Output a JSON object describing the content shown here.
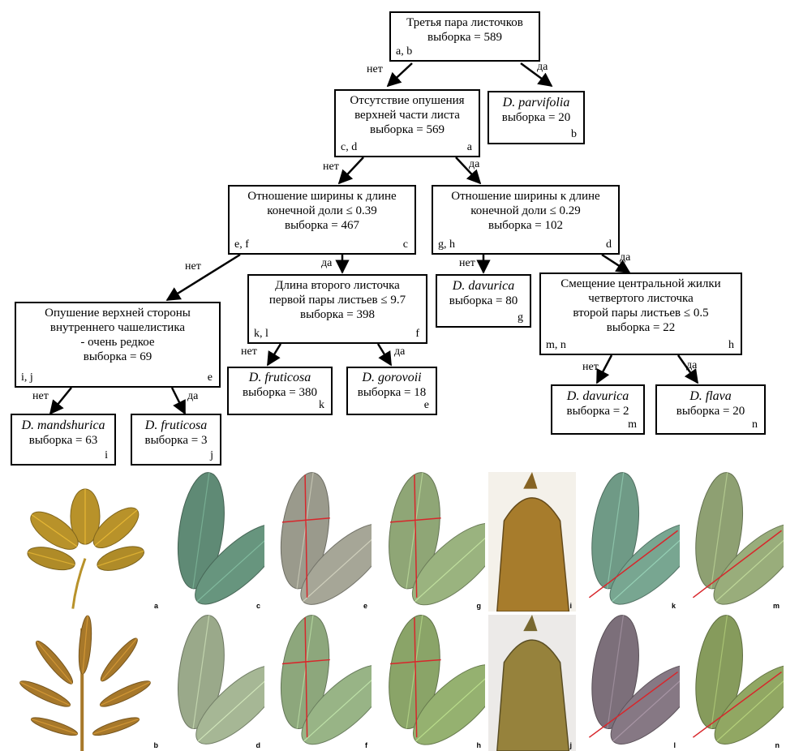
{
  "nodes": {
    "root": {
      "lines": [
        "Третья пара листочков",
        "выборка = 589"
      ],
      "left_label": "a, b"
    },
    "pubescence": {
      "lines": [
        "Отсутствие опушения",
        "верхней части листа",
        "выборка = 569"
      ],
      "left_label": "c, d",
      "right_label": "a"
    },
    "parvifolia": {
      "species": "D. parvifolia",
      "sample": "выборка = 20",
      "right_label": "b"
    },
    "ratio_039": {
      "lines": [
        "Отношение ширины к длине",
        "конечной доли ≤ 0.39",
        "выборка = 467"
      ],
      "left_label": "e, f",
      "right_label": "c"
    },
    "ratio_029": {
      "lines": [
        "Отношение ширины к длине",
        "конечной доли ≤ 0.29",
        "выборка = 102"
      ],
      "left_label": "g, h",
      "right_label": "d"
    },
    "sepal": {
      "lines": [
        "Опушение верхней стороны",
        "внутреннего  чашелистика",
        "- очень редкое",
        "выборка = 69"
      ],
      "left_label": "i, j",
      "right_label": "e"
    },
    "length_97": {
      "lines": [
        "Длина второго листочка",
        "первой пары листьев ≤ 9.7",
        "выборка = 398"
      ],
      "left_label": "k, l",
      "right_label": "f"
    },
    "davurica_80": {
      "species": "D. davurica",
      "sample": "выборка = 80",
      "right_label": "g"
    },
    "shift_05": {
      "lines": [
        "Смещение центральной жилки",
        "четвертого листочка",
        "второй пары листьев ≤ 0.5",
        "выборка = 22"
      ],
      "left_label": "m, n",
      "right_label": "h"
    },
    "mandshurica": {
      "species": "D. mandshurica",
      "sample": "выборка = 63",
      "right_label": "i"
    },
    "fruticosa_3": {
      "species": "D. fruticosa",
      "sample": "выборка = 3",
      "right_label": "j"
    },
    "fruticosa_380": {
      "species": "D. fruticosa",
      "sample": "выборка = 380",
      "right_label": "k"
    },
    "gorovoii": {
      "species": "D. gorovoii",
      "sample": "выборка = 18",
      "right_label": "e"
    },
    "davurica_2": {
      "species": "D. davurica",
      "sample": "выборка = 2",
      "right_label": "m"
    },
    "flava": {
      "species": "D. flava",
      "sample": "выборка = 20",
      "right_label": "n"
    }
  },
  "edge_labels": {
    "no": "нет",
    "yes": "да"
  },
  "photos": [
    {
      "label": "a",
      "subject": "yellow-dried-palmate-leaf",
      "bg": "#ffffff",
      "color": "#b8922a"
    },
    {
      "label": "c",
      "subject": "green-leaflets",
      "bg": "#ffffff",
      "color": "#5f8a75"
    },
    {
      "label": "e",
      "subject": "hairy-leaflets-with-red-lines",
      "bg": "#ffffff",
      "color": "#9a9a8c"
    },
    {
      "label": "g",
      "subject": "green-leaflets-with-red-lines",
      "bg": "#ffffff",
      "color": "#8fa676"
    },
    {
      "label": "i",
      "subject": "sepal",
      "bg": "#f4f1ea",
      "color": "#a77c2c"
    },
    {
      "label": "k",
      "subject": "green-leaflets-with-red-line",
      "bg": "#ffffff",
      "color": "#6f9a86"
    },
    {
      "label": "m",
      "subject": "green-leaflets-with-red-line",
      "bg": "#ffffff",
      "color": "#8ea072"
    },
    {
      "label": "b",
      "subject": "yellow-dried-narrow-leaf",
      "bg": "#ffffff",
      "color": "#a7782a"
    },
    {
      "label": "d",
      "subject": "green-leaflets",
      "bg": "#ffffff",
      "color": "#9aa98a"
    },
    {
      "label": "f",
      "subject": "green-leaflets-with-red-lines",
      "bg": "#ffffff",
      "color": "#8da77c"
    },
    {
      "label": "h",
      "subject": "green-leaflets-with-red-lines",
      "bg": "#ffffff",
      "color": "#8aa468"
    },
    {
      "label": "j",
      "subject": "sepal",
      "bg": "#eceae8",
      "color": "#96823c"
    },
    {
      "label": "l",
      "subject": "purple-green-leaflets-with-red-line",
      "bg": "#ffffff",
      "color": "#7c6f7a"
    },
    {
      "label": "n",
      "subject": "green-leaflets-with-red-line",
      "bg": "#ffffff",
      "color": "#869b5c"
    }
  ],
  "colors": {
    "red_measure_line": "#d8262b"
  }
}
